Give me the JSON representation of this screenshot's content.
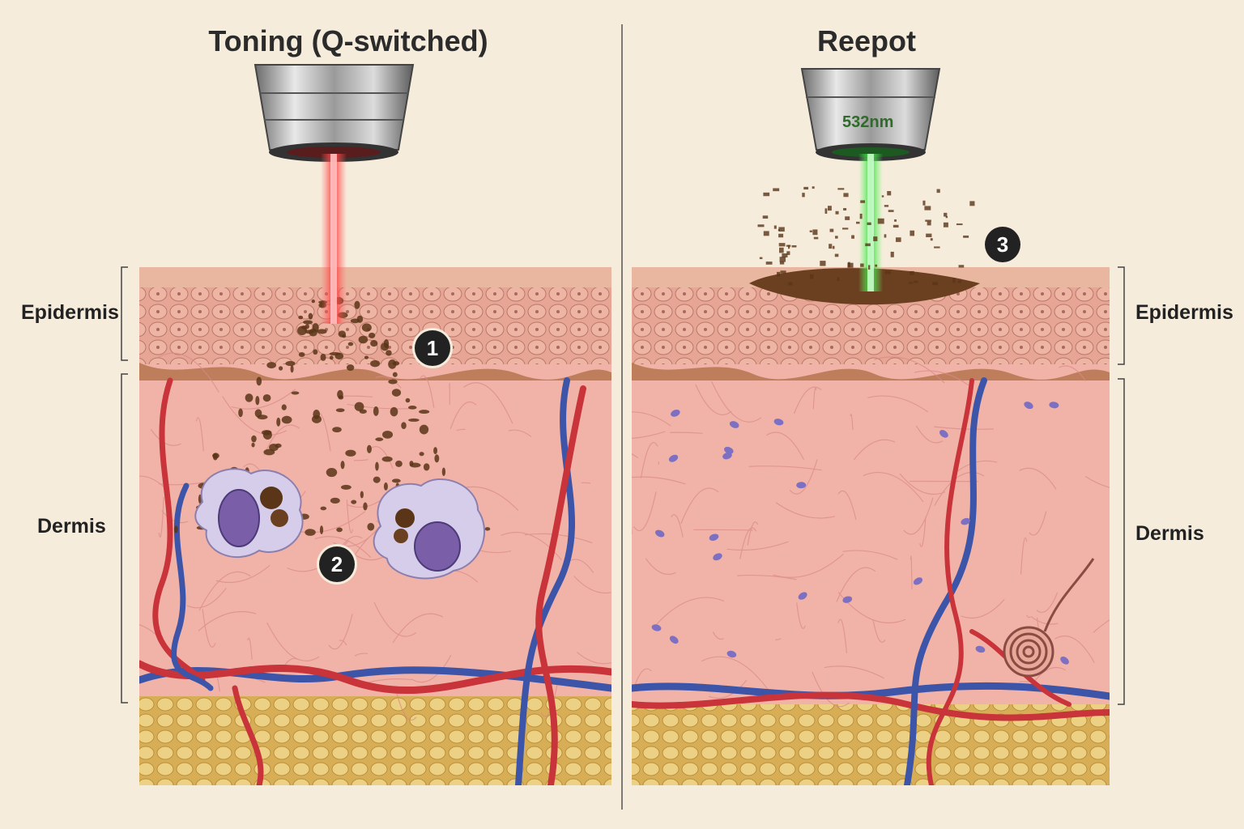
{
  "panels": {
    "left": {
      "title": "Toning (Q-switched)"
    },
    "right": {
      "title": "Reepot",
      "wavelength": "532nm"
    }
  },
  "layers": {
    "left": {
      "epidermis": "Epidermis",
      "dermis": "Dermis"
    },
    "right": {
      "epidermis": "Epidermis",
      "dermis": "Dermis"
    }
  },
  "callouts": [
    "1",
    "2",
    "3"
  ],
  "colors": {
    "background": "#f6ecdc",
    "red_laser": "#ff4a4a",
    "green_laser": "#3ee04a",
    "epidermis": "#e9a99a",
    "dermis": "#f1b3a8",
    "fat": "#e6c66c",
    "artery": "#c9333a",
    "vein": "#3d55a8",
    "pigment": "#5a3518",
    "macrophage": "#d6cdea"
  }
}
